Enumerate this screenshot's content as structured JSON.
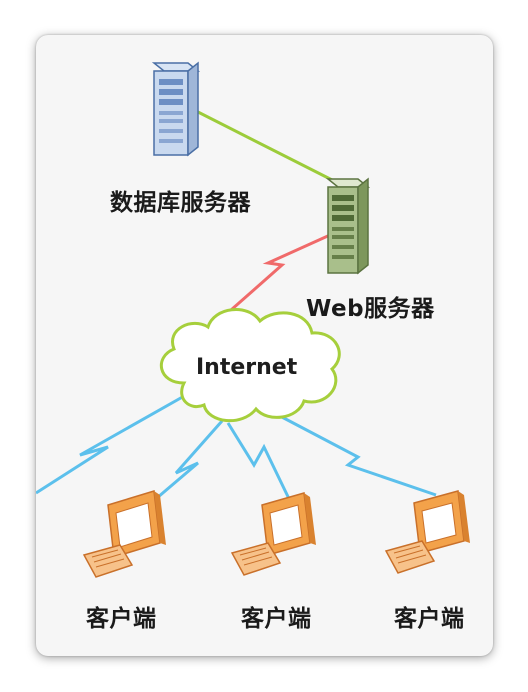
{
  "labels": {
    "db_server": "数据库服务器",
    "web_server": "Web服务器",
    "internet": "Internet",
    "client_1": "客户端",
    "client_2": "客户端",
    "client_3": "客户端"
  },
  "colors": {
    "db_link": "#9ccc3a",
    "web_link": "#f06a6a",
    "client_link": "#5cc0ec",
    "cloud_stroke": "#a6cf3c",
    "monitor_orange": "#f3a24a"
  },
  "icons": {
    "db_server": "server-tower-icon",
    "web_server": "server-tower-icon",
    "internet": "cloud-icon",
    "client": "desktop-computer-icon"
  }
}
